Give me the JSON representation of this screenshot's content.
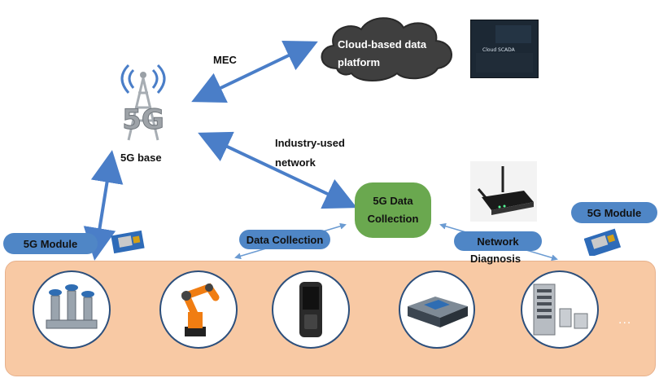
{
  "labels": {
    "mec": "MEC",
    "base": "5G base",
    "industry_line1": "Industry-used",
    "industry_line2": "network",
    "network_diagnosis_line2": "Diagnosis"
  },
  "cloud": {
    "line1": "Cloud-based data",
    "line2": "platform"
  },
  "collection": {
    "line1": "5G Data",
    "line2": "Collection"
  },
  "pills": {
    "module_left": "5G Module",
    "data_collection": "Data Collection",
    "network_line1": "Network",
    "module_right": "5G Module"
  },
  "tower_text": "5G",
  "screen_text": "Cloud SCADA",
  "ellipsis": "...",
  "icons": [
    "5g-tower-icon",
    "cloud-icon",
    "scada-screen-icon",
    "router-icon",
    "chip-module-icon",
    "valves-icon",
    "robot-arm-icon",
    "handheld-terminal-icon",
    "agv-vehicle-icon",
    "server-rack-icon"
  ],
  "colors": {
    "arrow": "#4a7ec8",
    "band": "#f8c9a4",
    "pill": "#4f86c6",
    "collection": "#6aa84f",
    "cloud": "#3f3f3f"
  }
}
